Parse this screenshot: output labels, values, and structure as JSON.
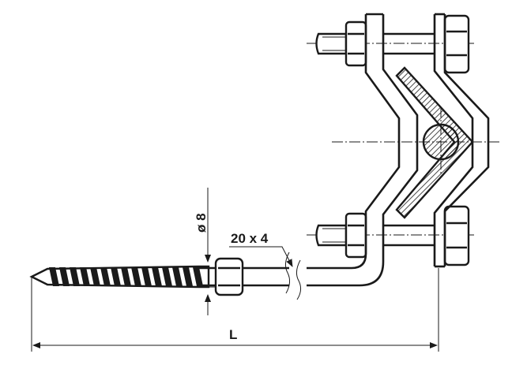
{
  "dimensions": {
    "diameter_label": "ø 8",
    "strap_label": "20 x 4",
    "length_label": "L"
  }
}
